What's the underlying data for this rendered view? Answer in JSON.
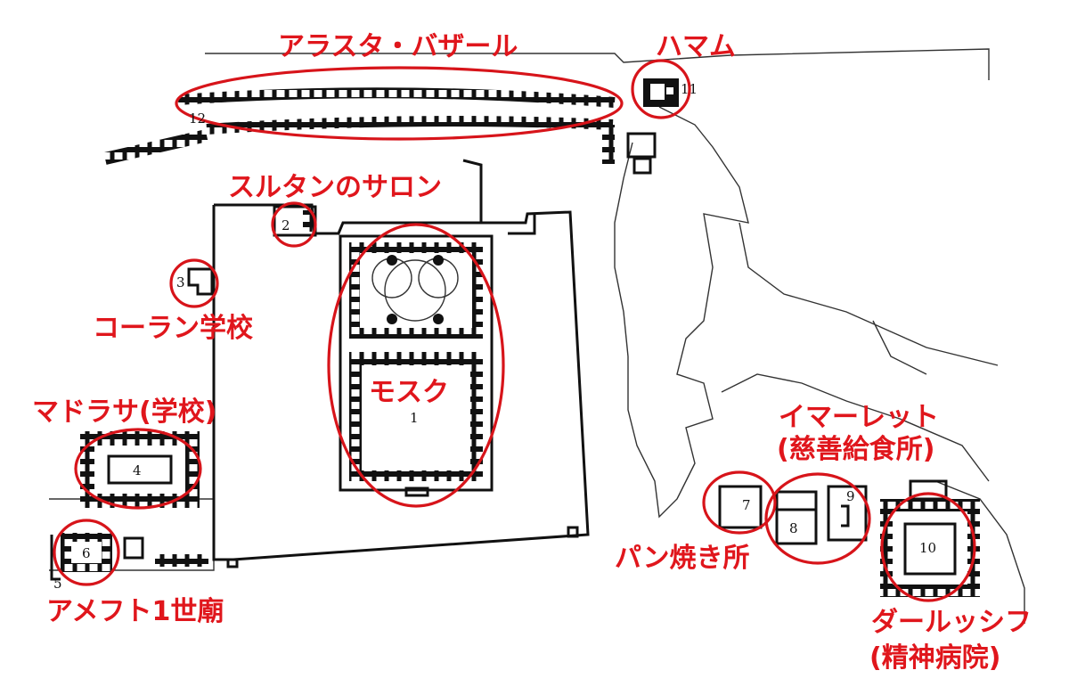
{
  "diagram": {
    "labels": {
      "arasta": "アラスタ・バザール",
      "hamam": "ハマム",
      "sultan": "スルタンのサロン",
      "quran": "コーラン学校",
      "madrasa": "マドラサ(学校)",
      "mosque": "モスク",
      "imaret_1": "イマーレット",
      "imaret_2": "(慈善給食所)",
      "bakery": "パン焼き所",
      "tomb": "アメフト1世廟",
      "darussifa_1": "ダールッシフ",
      "darussifa_2": "(精神病院)"
    },
    "numbers": {
      "n1": "1",
      "n2": "2",
      "n3": "3",
      "n4": "4",
      "n5": "5",
      "n6": "6",
      "n7": "7",
      "n8": "8",
      "n9": "9",
      "n10": "10",
      "n11": "11",
      "n12": "12"
    },
    "colors": {
      "label": "#e0161c",
      "highlight_ring": "#d7141a",
      "plan_lines": "#111111"
    }
  }
}
